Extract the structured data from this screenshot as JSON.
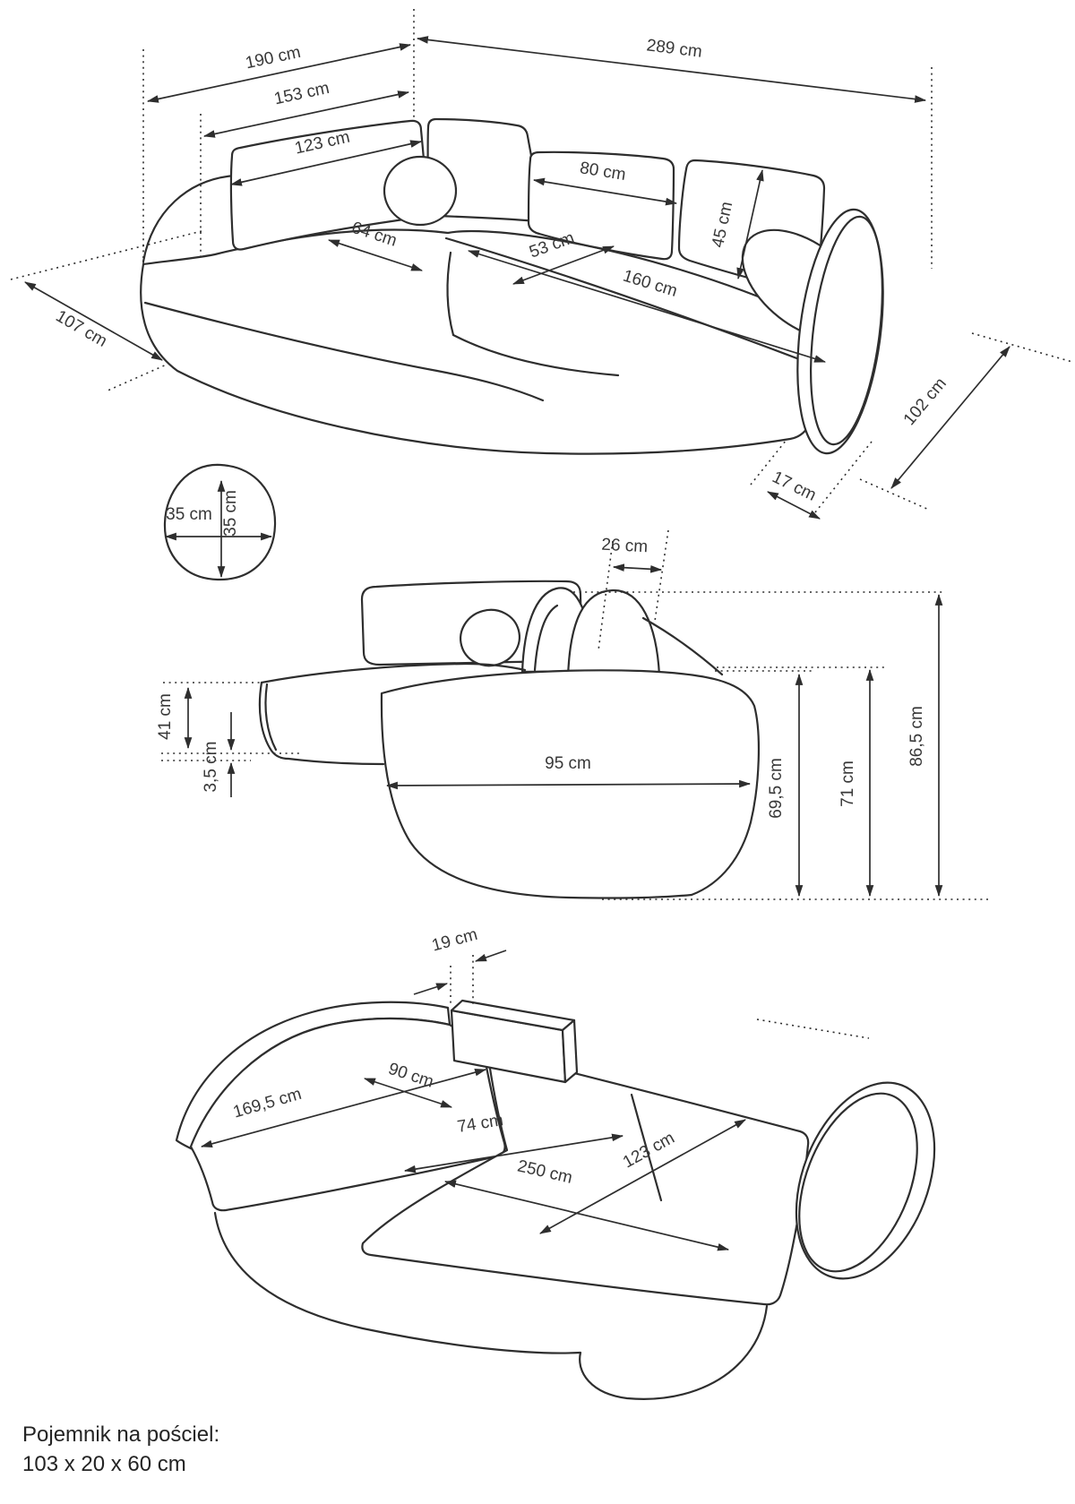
{
  "colors": {
    "line": "#2e2e2e",
    "text": "#383838",
    "background": "#ffffff"
  },
  "top_view": {
    "d190": "190 cm",
    "d289": "289 cm",
    "d153": "153 cm",
    "d123": "123 cm",
    "d80": "80 cm",
    "d45": "45 cm",
    "d64": "64 cm",
    "d53": "53 cm",
    "d160": "160 cm",
    "d107": "107 cm",
    "d102": "102 cm",
    "d17": "17 cm"
  },
  "pillow_detail": {
    "width": "35 cm",
    "height": "35 cm"
  },
  "side_view": {
    "d26": "26 cm",
    "d41": "41 cm",
    "d3_5": "3,5 cm",
    "d95": "95 cm",
    "d69_5": "69,5 cm",
    "d71": "71 cm",
    "d86_5": "86,5 cm"
  },
  "bed_view": {
    "d19": "19 cm",
    "d169_5": "169,5 cm",
    "d90": "90 cm",
    "d74": "74 cm",
    "d250": "250 cm",
    "d123": "123 cm"
  },
  "footer": {
    "line1": "Pojemnik na pościel:",
    "line2": "103 x 20 x 60 cm"
  }
}
